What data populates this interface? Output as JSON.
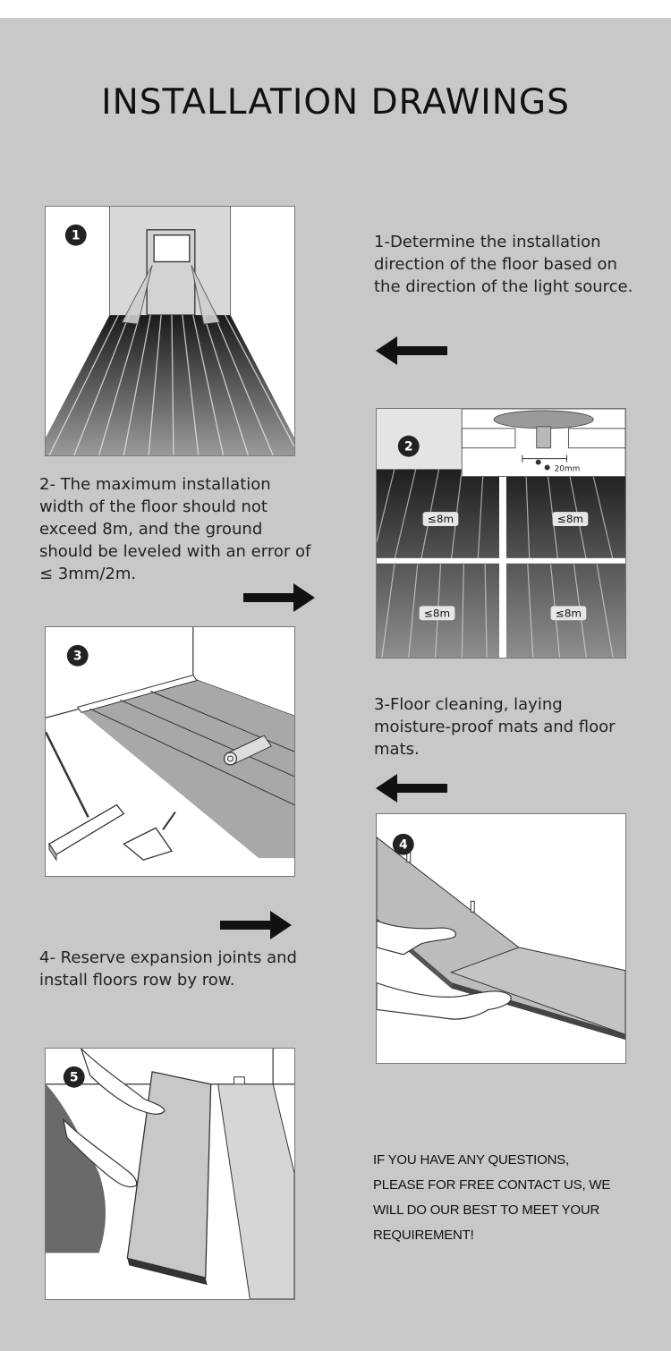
{
  "header": {
    "title": "INSTALLATION DRAWINGS"
  },
  "steps": [
    {
      "number": "1",
      "text": "1-Determine the installation direction of the floor based on the direction of the light source."
    },
    {
      "number": "2",
      "text": "2- The maximum installation width of the floor should not exceed 8m, and the ground should be leveled with an error of ≤ 3mm/2m.",
      "dimension_label": "20mm",
      "area_label": "≤8m"
    },
    {
      "number": "3",
      "text": "3-Floor cleaning, laying moisture-proof mats and floor mats."
    },
    {
      "number": "4",
      "text": "4- Reserve expansion joints and install floors row by row."
    },
    {
      "number": "5"
    }
  ],
  "contact": {
    "lines": [
      "IF YOU HAVE ANY QUESTIONS,",
      "PLEASE FOR FREE CONTACT US, WE",
      "WILL DO OUR BEST TO MEET YOUR",
      "REQUIREMENT!"
    ]
  },
  "colors": {
    "background": "#c8c8c8",
    "panel": "#ffffff",
    "ink": "#222222",
    "wood_dark": "#333333"
  },
  "icons": [
    "arrow-left-icon",
    "arrow-right-icon"
  ]
}
